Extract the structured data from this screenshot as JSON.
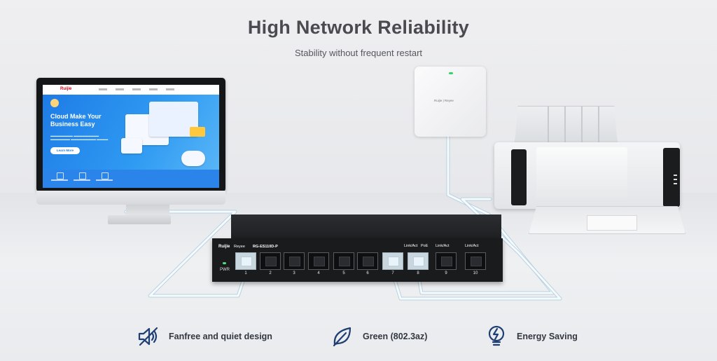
{
  "header": {
    "title": "High Network Reliability",
    "subtitle": "Stability without frequent restart"
  },
  "monitor_screen": {
    "brand": "Ruijie",
    "headline": "Cloud Make Your Business Easy",
    "cta": "Learn More"
  },
  "access_point": {
    "logo": "Ruijie | Reyee"
  },
  "switch": {
    "brand": "Ruijie",
    "sub_brand": "Reyee",
    "model": "RG-ES110D-P",
    "port_group_labels": [
      "Link/Act",
      "PoE",
      "Link/Act",
      "Link/Act"
    ],
    "power_label": "PWR",
    "ports": [
      "1",
      "2",
      "3",
      "4",
      "5",
      "6",
      "7",
      "8",
      "9",
      "10"
    ]
  },
  "features": [
    {
      "icon": "fanfree-icon",
      "label": "Fanfree and quiet design"
    },
    {
      "icon": "leaf-icon",
      "label": "Green (802.3az)"
    },
    {
      "icon": "energy-bulb-icon",
      "label": "Energy Saving"
    }
  ],
  "colors": {
    "icon_blue": "#1f3f73",
    "title_gray": "#4a4a4f",
    "cable_glow": "#e9f5fb",
    "screen_blue": "#1e7be6"
  }
}
